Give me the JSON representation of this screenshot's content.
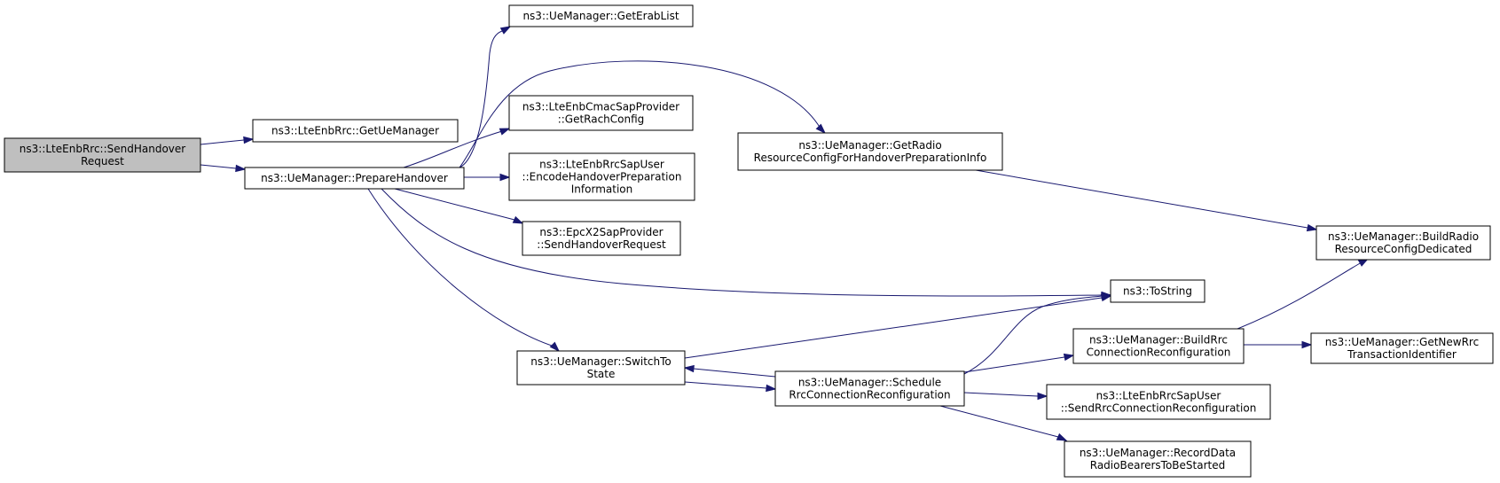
{
  "diagram": {
    "nodes": [
      {
        "id": "send_handover_request",
        "lines": [
          "ns3::LteEnbRrc::SendHandover",
          "Request"
        ],
        "root": true
      },
      {
        "id": "get_ue_manager",
        "lines": [
          "ns3::LteEnbRrc::GetUeManager"
        ]
      },
      {
        "id": "prepare_handover",
        "lines": [
          "ns3::UeManager::PrepareHandover"
        ]
      },
      {
        "id": "get_erab_list",
        "lines": [
          "ns3::UeManager::GetErabList"
        ]
      },
      {
        "id": "get_rach_config",
        "lines": [
          "ns3::LteEnbCmacSapProvider",
          "::GetRachConfig"
        ]
      },
      {
        "id": "encode_handover_prep",
        "lines": [
          "ns3::LteEnbRrcSapUser",
          "::EncodeHandoverPreparation",
          "Information"
        ]
      },
      {
        "id": "x2_send_handover_request",
        "lines": [
          "ns3::EpcX2SapProvider",
          "::SendHandoverRequest"
        ]
      },
      {
        "id": "switch_to_state",
        "lines": [
          "ns3::UeManager::SwitchTo",
          "State"
        ]
      },
      {
        "id": "get_radio_resource_config_ho",
        "lines": [
          "ns3::UeManager::GetRadio",
          "ResourceConfigForHandoverPreparationInfo"
        ]
      },
      {
        "id": "to_string",
        "lines": [
          "ns3::ToString"
        ]
      },
      {
        "id": "schedule_rrc_reconf",
        "lines": [
          "ns3::UeManager::Schedule",
          "RrcConnectionReconfiguration"
        ]
      },
      {
        "id": "build_rrc_reconf",
        "lines": [
          "ns3::UeManager::BuildRrc",
          "ConnectionReconfiguration"
        ]
      },
      {
        "id": "send_rrc_reconf",
        "lines": [
          "ns3::LteEnbRrcSapUser",
          "::SendRrcConnectionReconfiguration"
        ]
      },
      {
        "id": "record_data_radio_bearers",
        "lines": [
          "ns3::UeManager::RecordData",
          "RadioBearersToBeStarted"
        ]
      },
      {
        "id": "build_radio_resource_config_ded",
        "lines": [
          "ns3::UeManager::BuildRadio",
          "ResourceConfigDedicated"
        ]
      },
      {
        "id": "get_new_rrc_transaction_id",
        "lines": [
          "ns3::UeManager::GetNewRrc",
          "TransactionIdentifier"
        ]
      }
    ],
    "edges": [
      {
        "from": "send_handover_request",
        "to": "get_ue_manager"
      },
      {
        "from": "send_handover_request",
        "to": "prepare_handover"
      },
      {
        "from": "prepare_handover",
        "to": "get_erab_list"
      },
      {
        "from": "prepare_handover",
        "to": "get_radio_resource_config_ho"
      },
      {
        "from": "prepare_handover",
        "to": "get_rach_config"
      },
      {
        "from": "prepare_handover",
        "to": "encode_handover_prep"
      },
      {
        "from": "prepare_handover",
        "to": "x2_send_handover_request"
      },
      {
        "from": "prepare_handover",
        "to": "to_string"
      },
      {
        "from": "prepare_handover",
        "to": "switch_to_state"
      },
      {
        "from": "get_radio_resource_config_ho",
        "to": "build_radio_resource_config_ded"
      },
      {
        "from": "switch_to_state",
        "to": "to_string"
      },
      {
        "from": "switch_to_state",
        "to": "schedule_rrc_reconf"
      },
      {
        "from": "schedule_rrc_reconf",
        "to": "switch_to_state"
      },
      {
        "from": "schedule_rrc_reconf",
        "to": "to_string"
      },
      {
        "from": "schedule_rrc_reconf",
        "to": "build_rrc_reconf"
      },
      {
        "from": "schedule_rrc_reconf",
        "to": "send_rrc_reconf"
      },
      {
        "from": "schedule_rrc_reconf",
        "to": "record_data_radio_bearers"
      },
      {
        "from": "build_rrc_reconf",
        "to": "build_radio_resource_config_ded"
      },
      {
        "from": "build_rrc_reconf",
        "to": "get_new_rrc_transaction_id"
      }
    ]
  }
}
